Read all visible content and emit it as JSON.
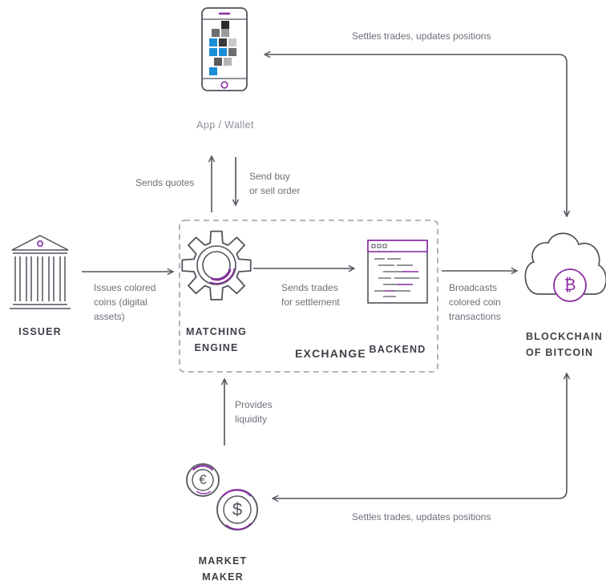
{
  "nodes": {
    "app": "App / Wallet",
    "issuer": "ISSUER",
    "matching_engine": "MATCHING\nENGINE",
    "backend": "BACKEND",
    "exchange": "EXCHANGE",
    "blockchain": "BLOCKCHAIN\nOF BITCOIN",
    "market_maker": "MARKET\nMAKER"
  },
  "edges": {
    "settles_top": "Settles trades, updates positions",
    "settles_bottom": "Settles trades, updates positions",
    "sends_quotes": "Sends quotes",
    "send_order": "Send buy\nor sell order",
    "issues": "Issues colored\ncoins (digital\nassets)",
    "sends_trades": "Sends trades\nfor settlement",
    "broadcasts": "Broadcasts\ncolored coin\ntransactions",
    "provides": "Provides\nliquidity"
  },
  "icons": {
    "euro_symbol": "€",
    "dollar_symbol": "$",
    "bitcoin_symbol": "₿"
  },
  "colors": {
    "accent": "#8a2ba3",
    "line": "#4f545c",
    "dash": "#a9adb3",
    "blue_tile": "#1a8fd6"
  }
}
